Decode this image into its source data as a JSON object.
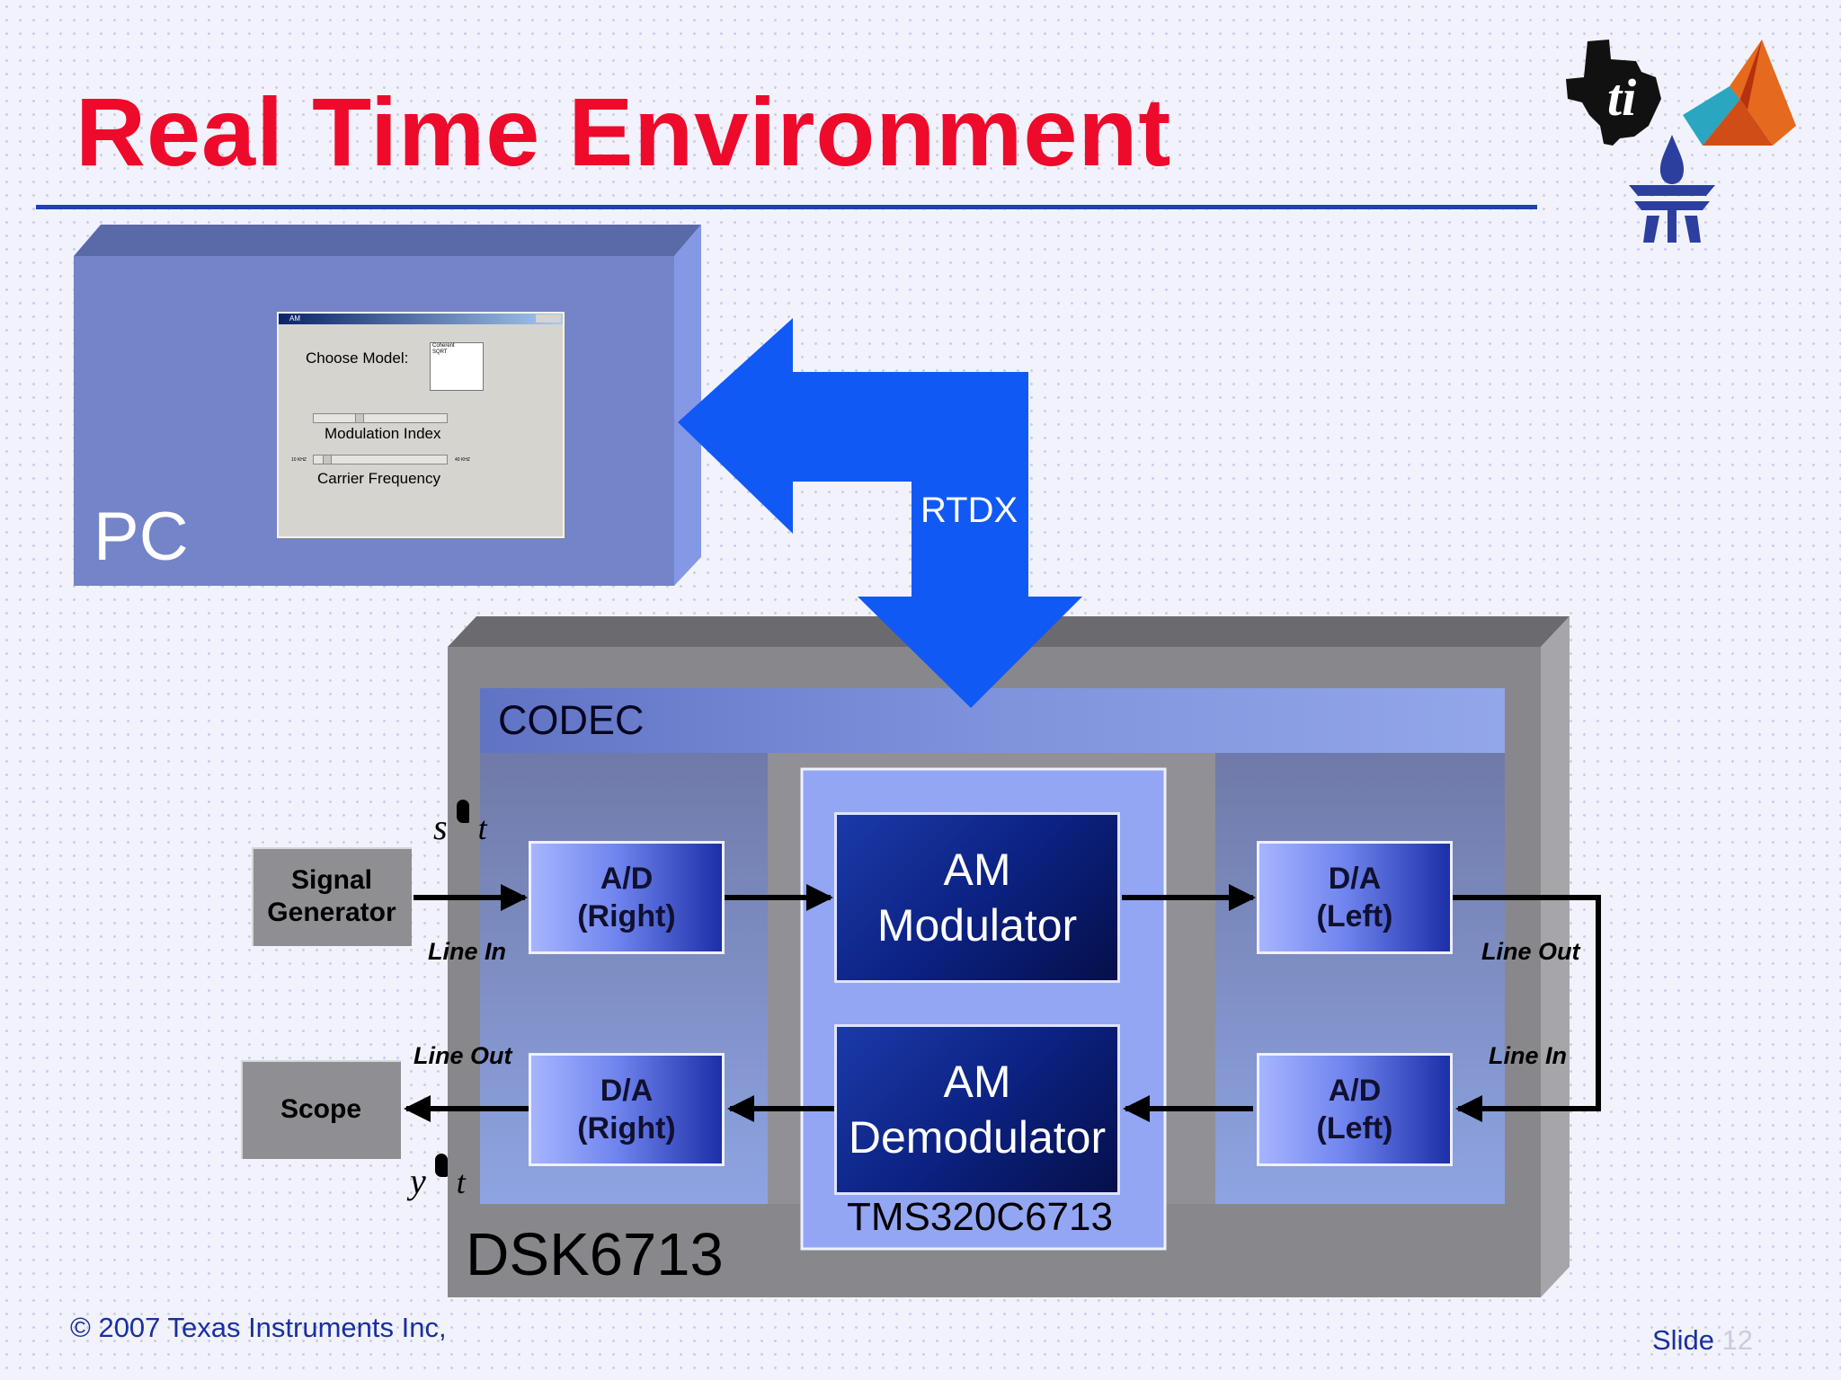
{
  "title": "Real Time Environment",
  "pc": {
    "label": "PC",
    "gui": {
      "window_title": "AM",
      "choose_model_label": "Choose Model:",
      "model_options": [
        "Coherent",
        "SQRT"
      ],
      "modulation_index_label": "Modulation Index",
      "carrier_frequency_label": "Carrier Frequency",
      "carrier_min": "10 KHZ",
      "carrier_max": "40 KHZ"
    }
  },
  "rtdx_label": "RTDX",
  "board": {
    "label": "DSK6713",
    "codec_label": "CODEC",
    "dsp_label": "TMS320C6713",
    "blocks": {
      "ad_right": [
        "A/D",
        "(Right)"
      ],
      "da_right": [
        "D/A",
        "(Right)"
      ],
      "da_left": [
        "D/A",
        "(Left)"
      ],
      "ad_left": [
        "A/D",
        "(Left)"
      ],
      "am_modulator": [
        "AM",
        "Modulator"
      ],
      "am_demodulator": [
        "AM",
        "Demodulator"
      ]
    }
  },
  "external": {
    "signal_generator": [
      "Signal",
      "Generator"
    ],
    "scope": "Scope"
  },
  "line_labels": {
    "line_in_left": "Line In",
    "line_out_left": "Line Out",
    "line_out_right": "Line Out",
    "line_in_right": "Line In"
  },
  "signals": {
    "input": "s",
    "output": "y",
    "time": "t"
  },
  "footer": {
    "copyright": "© 2007 Texas Instruments Inc,",
    "slide_label": "Slide",
    "slide_number": "12"
  },
  "colors": {
    "title": "#ee0a2a",
    "rule": "#1f3fb8",
    "pc_face": "#7384c8",
    "rtdx_arrow": "#1159f4",
    "board": "#88888c",
    "block_dark": "#0c2283"
  },
  "icons": [
    "ti-logo-icon",
    "matlab-logo-icon",
    "university-emblem-icon"
  ]
}
